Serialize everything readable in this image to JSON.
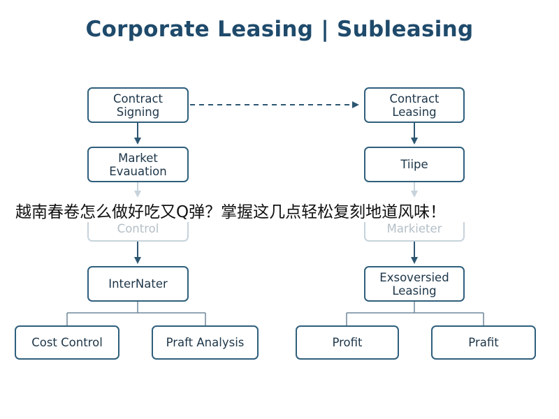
{
  "title": "Corporate Leasing | Subleasing",
  "colors": {
    "box_border": "#2f5f7c",
    "arrow": "#2c5672",
    "faded_border": "#c7d3dc",
    "title": "#1f4a6b",
    "text": "#1c3548"
  },
  "left": {
    "contract_signing": "Contract\nSigning",
    "market_evaluation": "Market\nEvauation",
    "control": "Control",
    "internater": "InterNater",
    "cost_control": "Cost Control",
    "profit_analysis": "Praft Analysis"
  },
  "right": {
    "contract_leasing": "Contract\nLeasing",
    "tiipe": "Tiipe",
    "markieter": "Markieter",
    "exsoversied_leasing": "Exsoversied\nLeasing",
    "profit": "Profit",
    "prafit": "Prafit"
  },
  "overlay_caption": "越南春卷怎么做好吃又Q弹？掌握这几点轻松复刻地道风味！"
}
